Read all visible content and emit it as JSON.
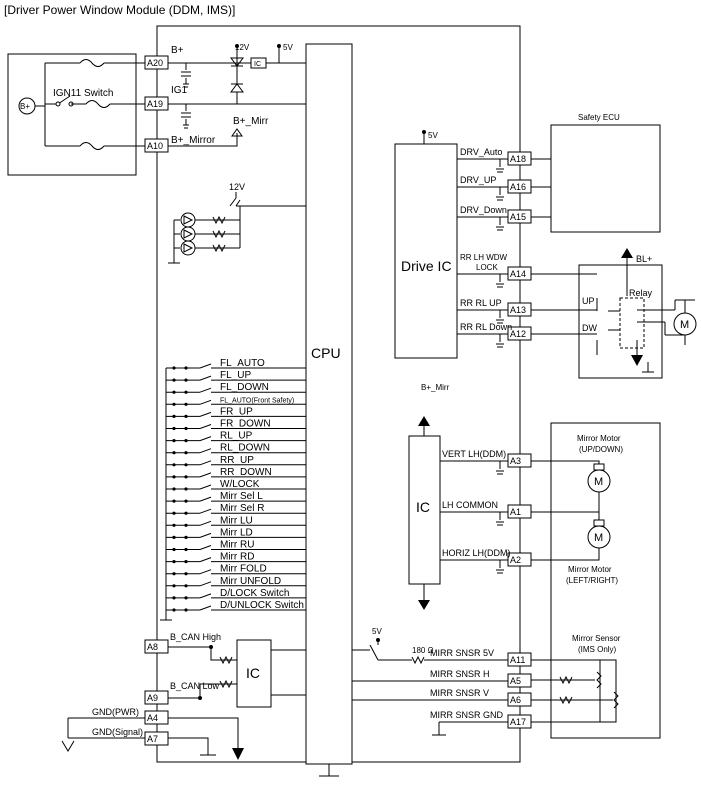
{
  "title": "[Driver Power Window Module (DDM, IMS)]",
  "labels": {
    "cpu": "CPU",
    "drive_ic": "Drive IC",
    "ic": "IC",
    "ic_small": "IC",
    "ign_switch": "IGN11 Switch",
    "battery": "B+",
    "safety_ecu": "Safety ECU",
    "bl_plus": "BL+",
    "relay": "Relay",
    "up": "UP",
    "dw": "DW",
    "motor": "M",
    "mirror_motor_updown_1": "Mirror Motor",
    "mirror_motor_updown_2": "(UP/DOWN)",
    "mirror_motor_lr_1": "Mirror Motor",
    "mirror_motor_lr_2": "(LEFT/RIGHT)",
    "mirror_sensor_1": "Mirror Sensor",
    "mirror_sensor_2": "(IMS Only)",
    "v12_top": "12V",
    "v5_top": "5V",
    "v12_mid": "12V",
    "v5_drive": "5V",
    "v5_sensor": "5V",
    "b_mirr_top": "B+_Mirr",
    "b_mirr_mid": "B+_Mirr",
    "resistor_180": "180 Ω"
  },
  "left_pins": [
    {
      "pin": "A20",
      "signal": "B+"
    },
    {
      "pin": "A19",
      "signal": "IG1"
    },
    {
      "pin": "A10",
      "signal": "B+_Mirror"
    },
    {
      "pin": "A8",
      "signal": "B_CAN High"
    },
    {
      "pin": "A9",
      "signal": "B_CAN Low"
    },
    {
      "pin": "A4",
      "signal": "GND(PWR)"
    },
    {
      "pin": "A7",
      "signal": "GND(Signal)"
    }
  ],
  "right_pins": [
    {
      "pin": "A18",
      "signal": "DRV_Auto"
    },
    {
      "pin": "A16",
      "signal": "DRV_UP"
    },
    {
      "pin": "A15",
      "signal": "DRV_Down"
    },
    {
      "pin": "A14",
      "signal": "RR LH WDW LOCK"
    },
    {
      "pin": "A13",
      "signal": "RR RL UP"
    },
    {
      "pin": "A12",
      "signal": "RR RL Down"
    },
    {
      "pin": "A3",
      "signal": "VERT LH(DDM)"
    },
    {
      "pin": "A1",
      "signal": "LH COMMON"
    },
    {
      "pin": "A2",
      "signal": "HORIZ LH(DDM)"
    },
    {
      "pin": "A11",
      "signal": "MIRR SNSR 5V"
    },
    {
      "pin": "A5",
      "signal": "MIRR SNSR H"
    },
    {
      "pin": "A6",
      "signal": "MIRR SNSR V"
    },
    {
      "pin": "A17",
      "signal": "MIRR SNSR GND"
    }
  ],
  "switch_inputs": [
    "FL_AUTO",
    "FL_UP",
    "FL_DOWN",
    "FL_AUTO(Front Safety)",
    "FR_UP",
    "FR_DOWN",
    "RL_UP",
    "RL_DOWN",
    "RR_UP",
    "RR_DOWN",
    "W/LOCK",
    "Mirr Sel L",
    "Mirr Sel R",
    "Mirr LU",
    "Mirr LD",
    "Mirr RU",
    "Mirr RD",
    "Mirr FOLD",
    "Mirr UNFOLD",
    "D/LOCK Switch",
    "D/UNLOCK Switch"
  ]
}
